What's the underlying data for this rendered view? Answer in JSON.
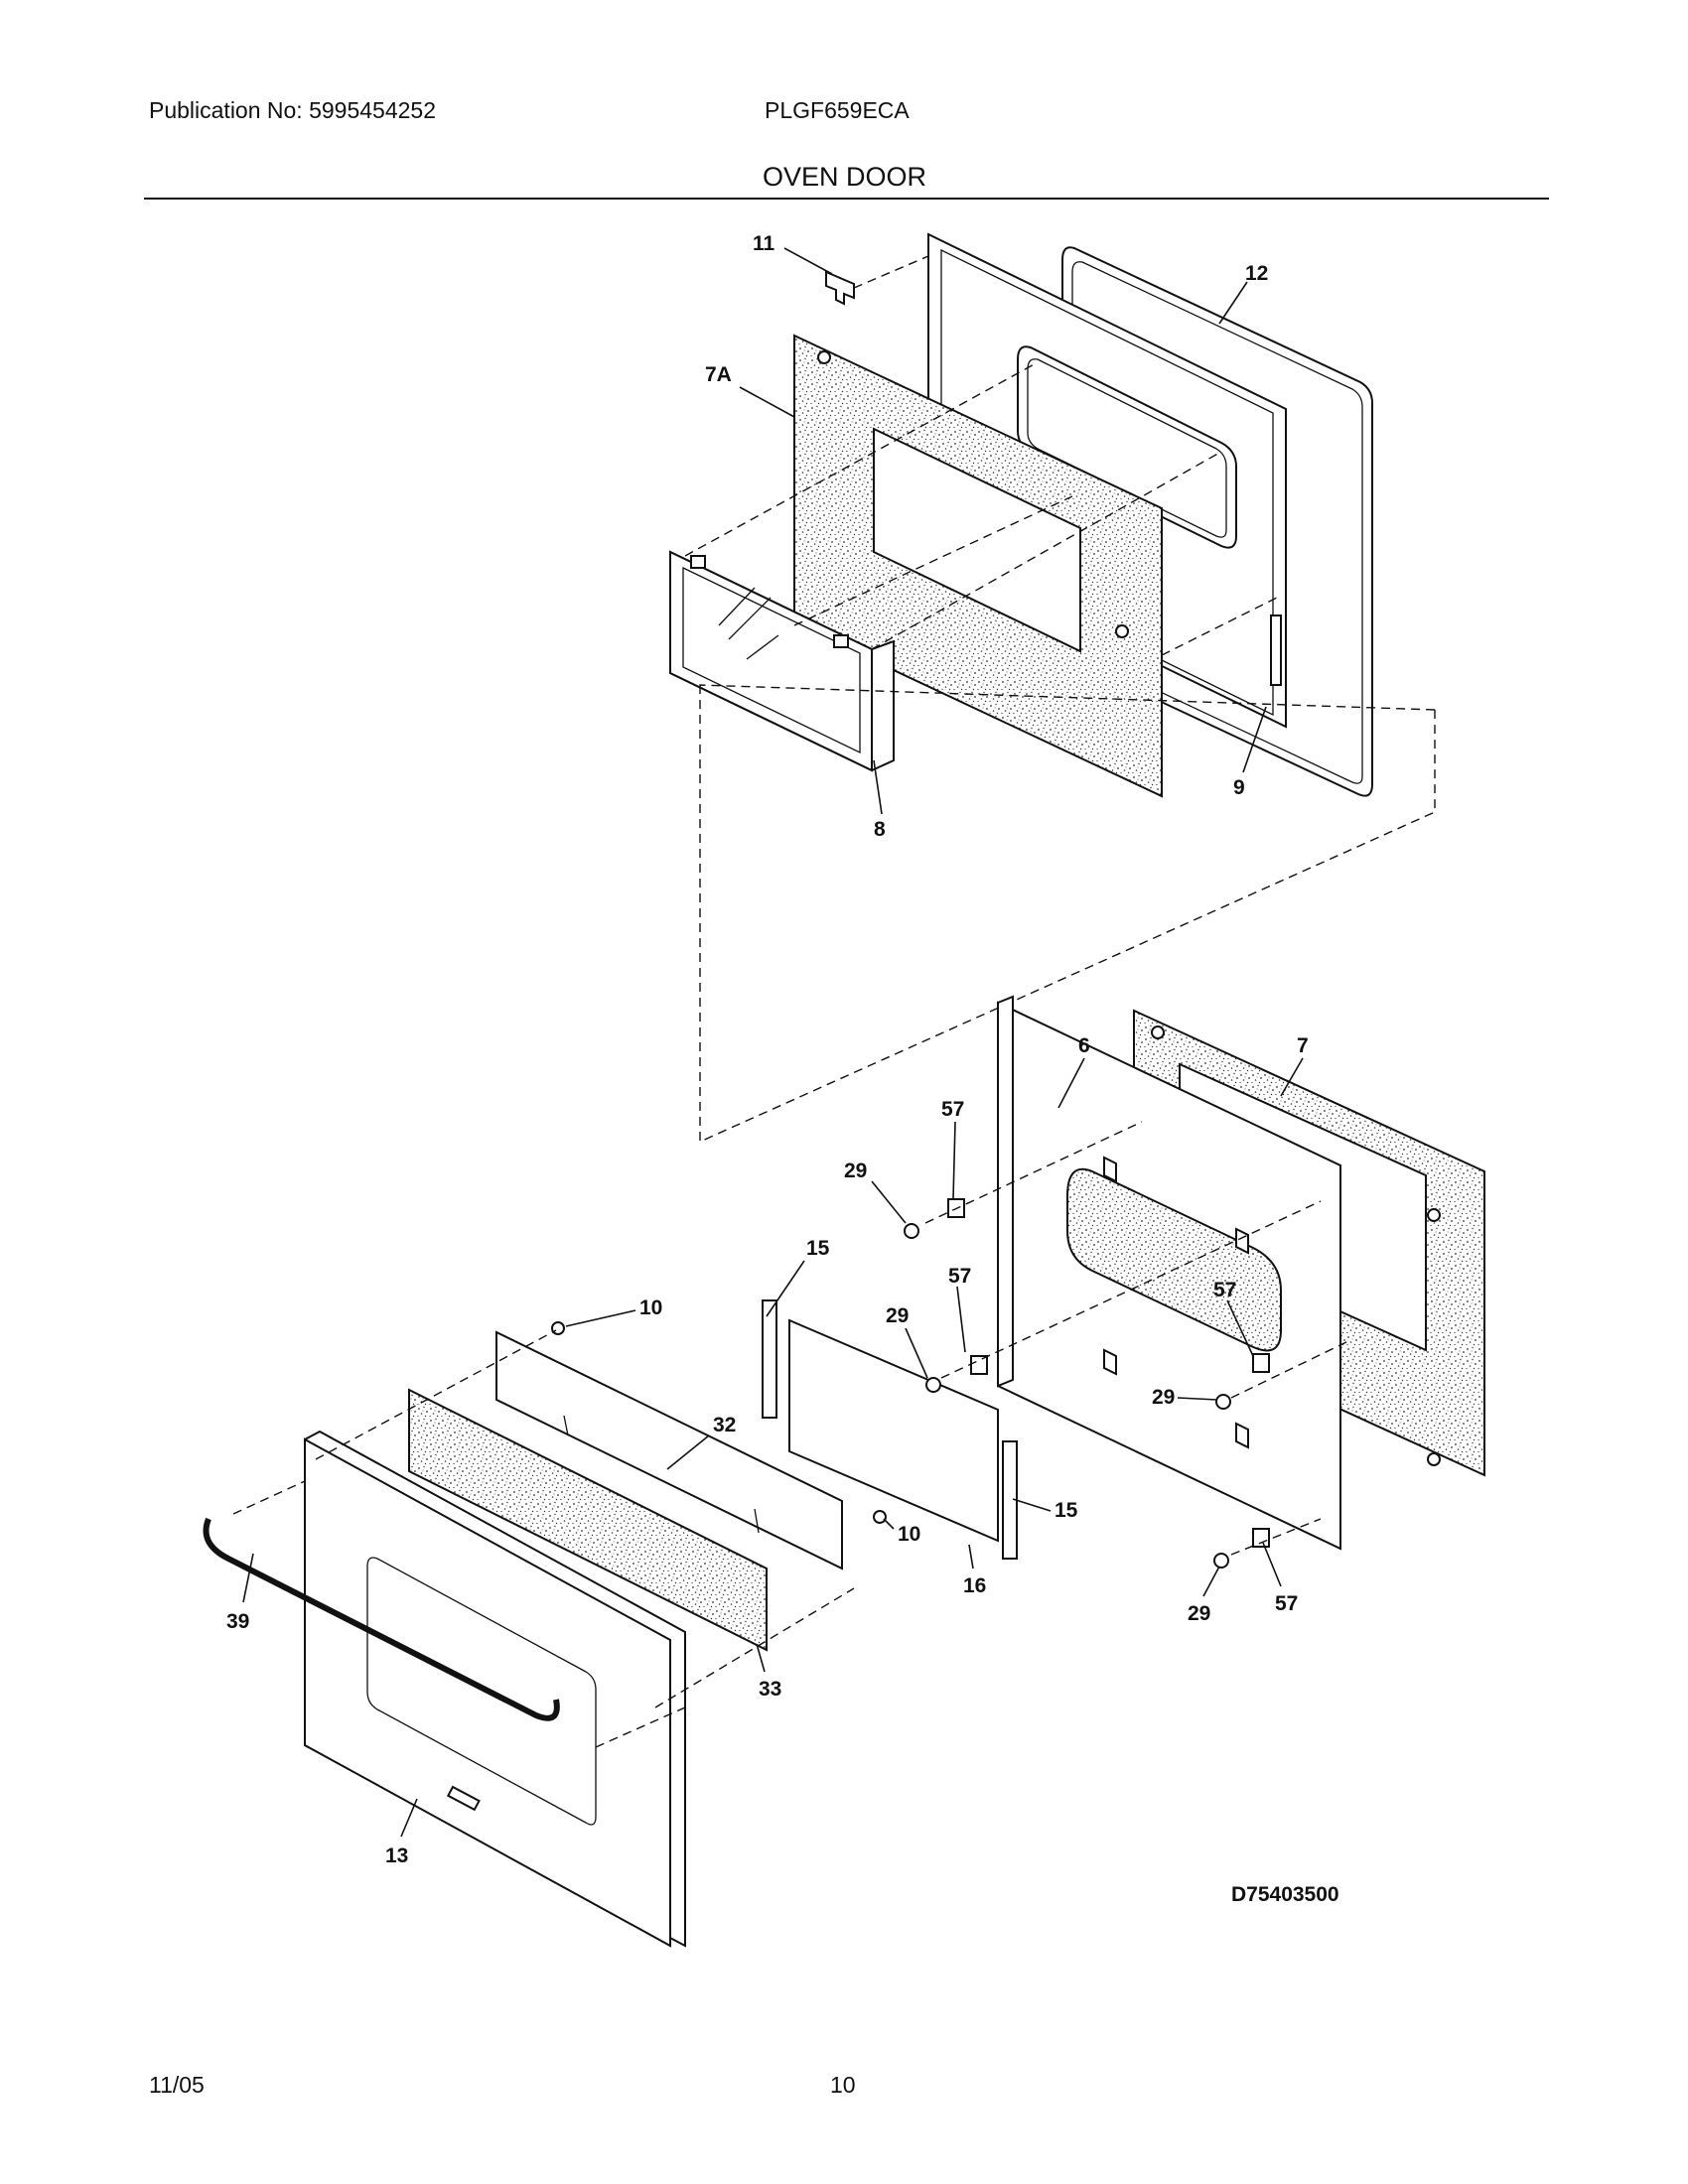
{
  "header": {
    "publication": "Publication No: 5995454252",
    "model": "PLGF659ECA",
    "title": "OVEN DOOR"
  },
  "diagram": {
    "code": "D75403500",
    "part_labels": {
      "p11": "11",
      "p12": "12",
      "p7a": "7A",
      "p8": "8",
      "p9": "9",
      "p6": "6",
      "p7": "7",
      "p57a": "57",
      "p29a": "29",
      "p15a": "15",
      "p57b": "57",
      "p29b": "29",
      "p57c": "57",
      "p29c": "29",
      "p10a": "10",
      "p32": "32",
      "p15b": "15",
      "p10b": "10",
      "p16": "16",
      "p29d": "29",
      "p57d": "57",
      "p39": "39",
      "p33": "33",
      "p13": "13"
    }
  },
  "footer": {
    "date": "11/05",
    "page": "10"
  }
}
